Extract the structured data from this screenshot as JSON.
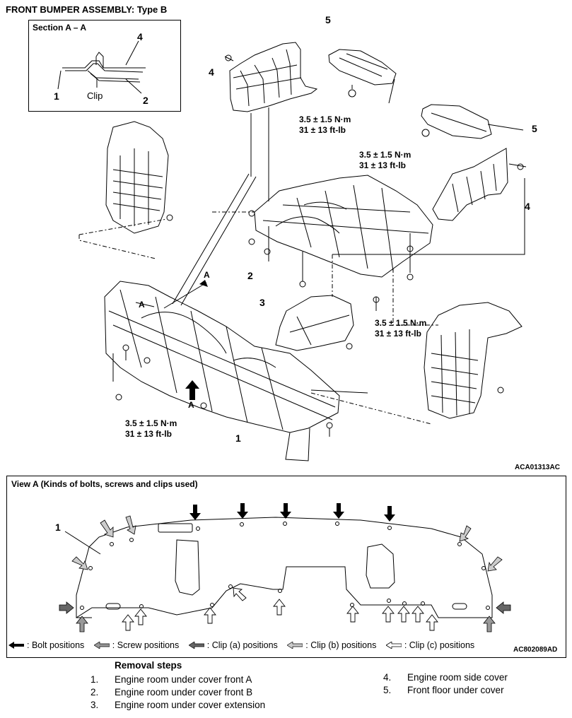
{
  "title": "FRONT BUMPER ASSEMBLY: Type B",
  "section": {
    "heading": "Section A – A",
    "callouts": [
      "4",
      "1",
      "2"
    ],
    "clip_label": "Clip"
  },
  "callouts": {
    "c5_top": "5",
    "c4_top": "4",
    "c5_right": "5",
    "c4_right": "4",
    "c2": "2",
    "c3": "3",
    "c1": "1",
    "arrow_a_upper": "A",
    "arrow_a_mid": "A",
    "arrow_a_lower": "A"
  },
  "torques": [
    {
      "nm": "3.5 ± 1.5 N·m",
      "ftlb": "31 ± 13 ft-lb"
    },
    {
      "nm": "3.5 ± 1.5 N·m",
      "ftlb": "31 ± 13 ft-lb"
    },
    {
      "nm": "3.5 ± 1.5 N·m",
      "ftlb": "31 ± 13 ft-lb"
    },
    {
      "nm": "3.5 ± 1.5 N·m",
      "ftlb": "31 ± 13 ft-lb"
    }
  ],
  "figure_code_top": "ACA01313AC",
  "view_a": {
    "heading": "View A (Kinds of bolts, screws and clips used)",
    "callout": "1",
    "figure_code": "AC802089AD",
    "legend": [
      {
        "icon": "solid-black-arrow-icon",
        "label": ": Bolt positions"
      },
      {
        "icon": "grey-arrow-icon",
        "label": ": Screw positions"
      },
      {
        "icon": "crosshatched-arrow-icon",
        "label": ": Clip (a) positions"
      },
      {
        "icon": "striped-arrow-icon",
        "label": ": Clip (b) positions"
      },
      {
        "icon": "outline-arrow-icon",
        "label": ": Clip (c) positions"
      }
    ]
  },
  "removal": {
    "heading": "Removal steps",
    "steps": [
      {
        "num": "1.",
        "label": "Engine room under cover front A"
      },
      {
        "num": "2.",
        "label": "Engine room under cover front B"
      },
      {
        "num": "3.",
        "label": "Engine room under cover extension"
      },
      {
        "num": "4.",
        "label": "Engine room side cover"
      },
      {
        "num": "5.",
        "label": "Front floor under cover"
      }
    ]
  }
}
